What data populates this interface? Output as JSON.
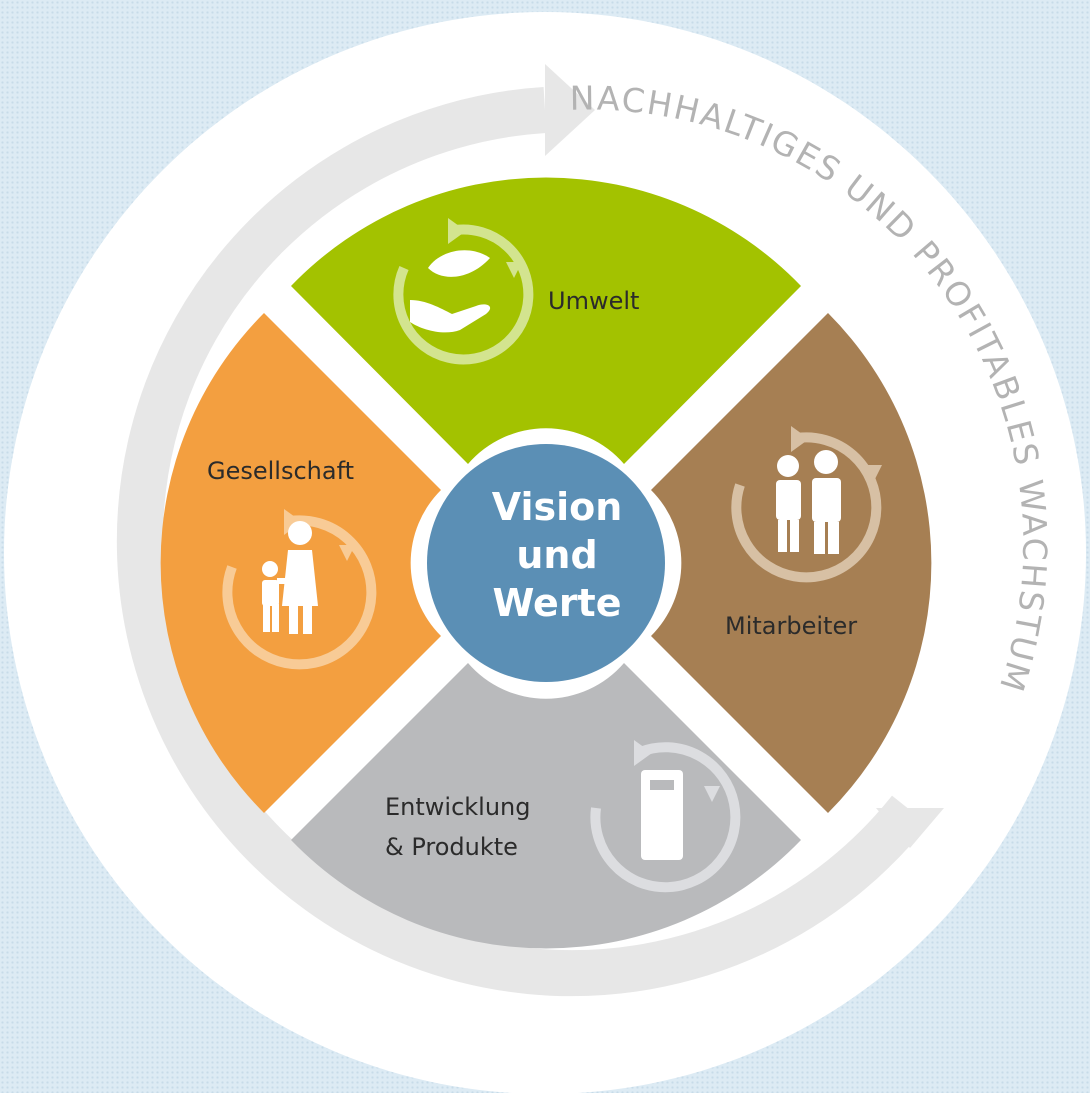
{
  "center": {
    "line1": "Vision",
    "line2": "und",
    "line3": "Werte"
  },
  "segments": {
    "umwelt": {
      "label": "Umwelt",
      "color": "#a3c200",
      "icon": "leaf-in-hand-icon"
    },
    "mitarbeiter": {
      "label": "Mitarbeiter",
      "color": "#a67f53",
      "icon": "two-workers-icon"
    },
    "entwicklung": {
      "label_line1": "Entwicklung",
      "label_line2": "& Produkte",
      "color": "#b9babc",
      "icon": "heating-unit-icon"
    },
    "gesellschaft": {
      "label": "Gesellschaft",
      "color": "#f39f40",
      "icon": "parent-and-child-icon"
    }
  },
  "outer_ring": {
    "text": "NACHHALTIGES UND PROFITABLES WACHSTUM",
    "center_color": "#5b8fb5",
    "ring_color": "#ffffff",
    "arrow_color": "#e7e7e7"
  }
}
